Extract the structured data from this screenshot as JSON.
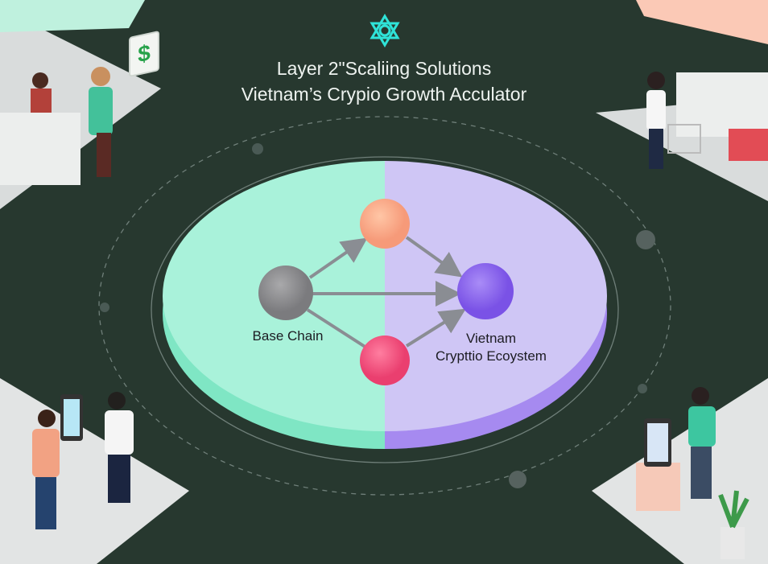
{
  "header": {
    "icon": "atom-network-icon",
    "title_line1": "Layer 2\"Scaliing Solutions",
    "title_line2": "Vietnam’s Crypio Growth Acculator"
  },
  "diagram": {
    "nodes": [
      {
        "id": "base",
        "label": "Base Chain",
        "color": "#8e8e90"
      },
      {
        "id": "top",
        "label": "",
        "color": "#fba987"
      },
      {
        "id": "bottom",
        "label": "",
        "color": "#f2537f"
      },
      {
        "id": "target",
        "label_line1": "Vietnam",
        "label_line2": "Crypttio Ecoystem",
        "color": "#8c64ef"
      }
    ],
    "colors": {
      "left_half": "#a9f2da",
      "right_half": "#cfc6f5",
      "background": "#27382f",
      "accent": "#2fe3d8"
    }
  },
  "scenes": {
    "sign_symbol": "$"
  }
}
